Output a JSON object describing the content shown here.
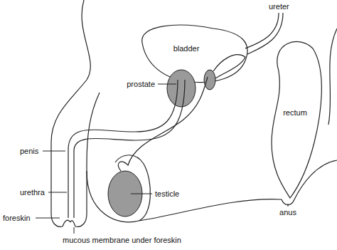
{
  "diagram": {
    "labels": [
      "ureter",
      "bladder",
      "prostate",
      "rectum",
      "penis",
      "testicle",
      "urethra",
      "anus",
      "foreskin",
      "mucous membrane under foreskin"
    ]
  }
}
